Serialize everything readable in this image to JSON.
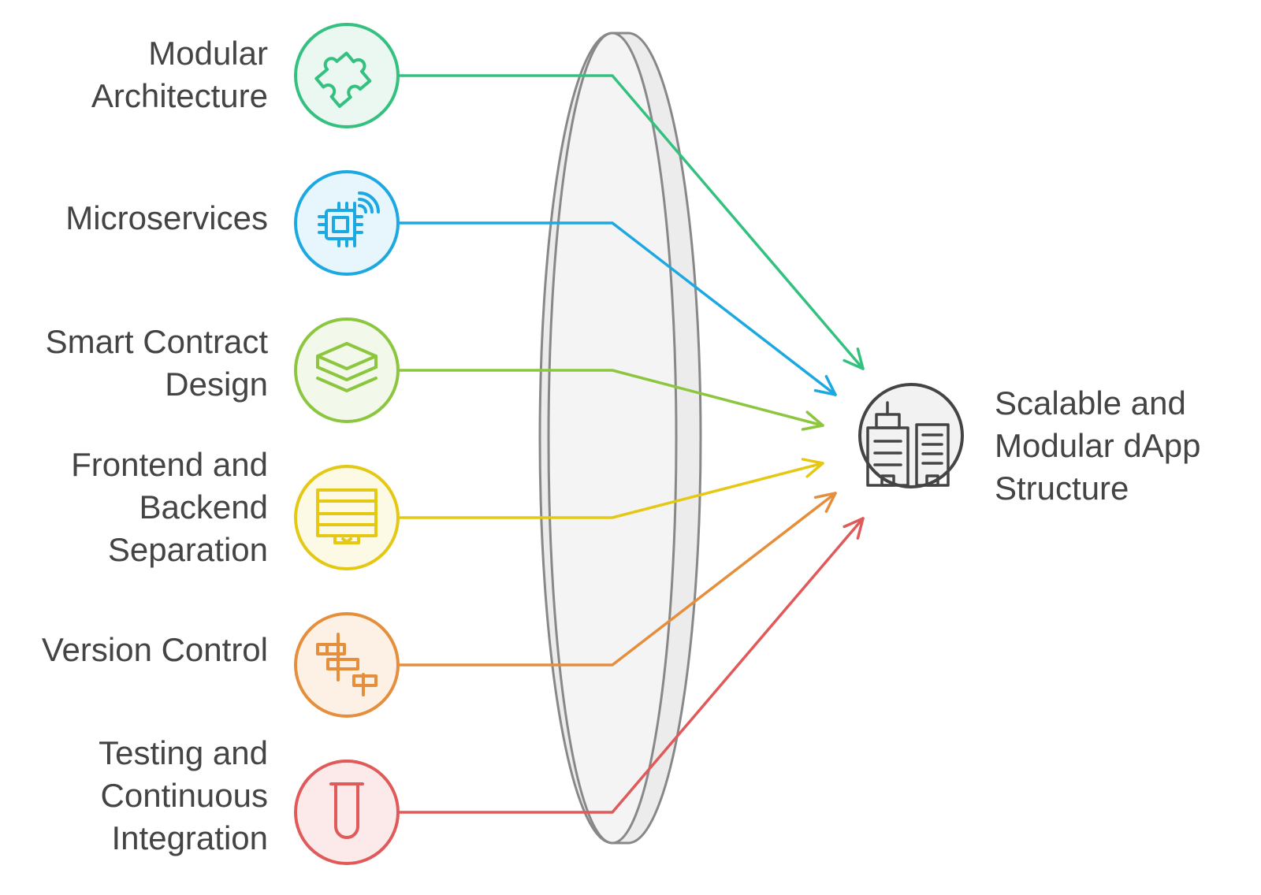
{
  "inputs": [
    {
      "lines": [
        "Modular",
        "Architecture"
      ],
      "color": "#34c17f",
      "fill": "#eaf8f1",
      "icon": "puzzle-icon"
    },
    {
      "lines": [
        "Microservices"
      ],
      "color": "#1ca8e0",
      "fill": "#e6f6fc",
      "icon": "chip-wireless-icon"
    },
    {
      "lines": [
        "Smart Contract",
        "Design"
      ],
      "color": "#8cc63f",
      "fill": "#f3f9ea",
      "icon": "layers-icon"
    },
    {
      "lines": [
        "Frontend and",
        "Backend",
        "Separation"
      ],
      "color": "#e5c813",
      "fill": "#fcf9e4",
      "icon": "monitor-icon"
    },
    {
      "lines": [
        "Version Control"
      ],
      "color": "#e58e3c",
      "fill": "#fdf1e6",
      "icon": "gantt-icon"
    },
    {
      "lines": [
        "Testing and",
        "Continuous",
        "Integration"
      ],
      "color": "#e15a5a",
      "fill": "#fce9e9",
      "icon": "test-tube-icon"
    }
  ],
  "output": {
    "lines": [
      "Scalable and",
      "Modular dApp",
      "Structure"
    ],
    "color": "#444444",
    "fill": "#f2f2f2",
    "icon": "buildings-icon"
  },
  "lens": {
    "stroke": "#888888",
    "fill": "#f4f4f4"
  }
}
